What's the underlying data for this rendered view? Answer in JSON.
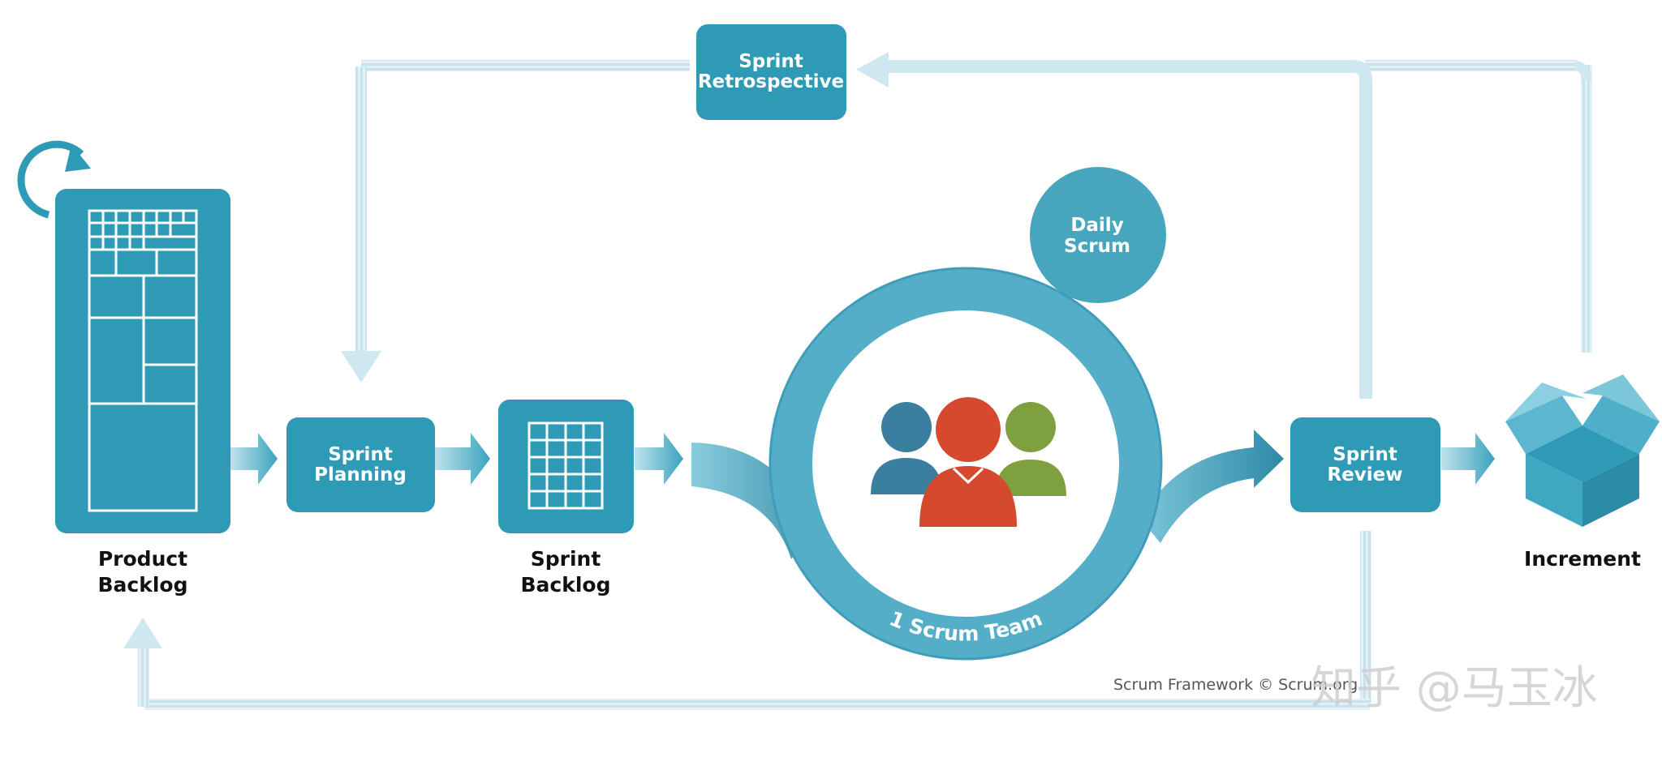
{
  "boxes": {
    "retrospective": {
      "line1": "Sprint",
      "line2": "Retrospective"
    },
    "planning": {
      "line1": "Sprint",
      "line2": "Planning"
    },
    "review": {
      "line1": "Sprint",
      "line2": "Review"
    },
    "daily": {
      "line1": "Daily",
      "line2": "Scrum"
    }
  },
  "captions": {
    "product_backlog": {
      "line1": "Product",
      "line2": "Backlog"
    },
    "sprint_backlog": {
      "line1": "Sprint",
      "line2": "Backlog"
    },
    "increment": "Increment"
  },
  "team_label": "1 Scrum Team",
  "credit": "Scrum Framework © Scrum.org",
  "watermark": "知乎 @马玉冰",
  "colors": {
    "primary": "#2e9ab5",
    "light": "#cfe7ef",
    "ring": "#55aec8",
    "person_blue": "#3a7f9f",
    "person_red": "#d5492f",
    "person_green": "#7ea03f"
  }
}
